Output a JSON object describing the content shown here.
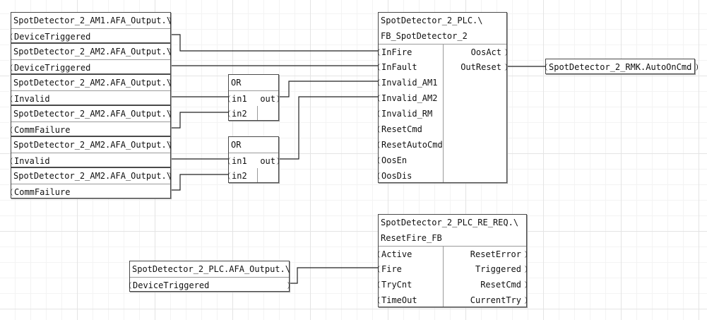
{
  "inputs": [
    {
      "path": "SpotDetector_2_AM1.AFA_Output.\\",
      "var": "DeviceTriggered"
    },
    {
      "path": "SpotDetector_2_AM2.AFA_Output.\\",
      "var": "DeviceTriggered"
    },
    {
      "path": "SpotDetector_2_AM2.AFA_Output.\\",
      "var": "Invalid"
    },
    {
      "path": "SpotDetector_2_AM2.AFA_Output.\\",
      "var": "CommFailure"
    },
    {
      "path": "SpotDetector_2_AM2.AFA_Output.\\",
      "var": "Invalid"
    },
    {
      "path": "SpotDetector_2_AM2.AFA_Output.\\",
      "var": "CommFailure"
    }
  ],
  "or1": {
    "name": "OR",
    "in1": "in1",
    "in2": "in2",
    "out": "out"
  },
  "or2": {
    "name": "OR",
    "in1": "in1",
    "in2": "in2",
    "out": "out"
  },
  "fb1": {
    "title": "SpotDetector_2_PLC.\\",
    "type": "FB_SpotDetector_2",
    "inputs": [
      "InFire",
      "InFault",
      "Invalid_AM1",
      "Invalid_AM2",
      "Invalid_RM",
      "ResetCmd",
      "ResetAutoCmd",
      "OosEn",
      "OosDis"
    ],
    "outputs": [
      "OosAct",
      "OutReset"
    ]
  },
  "output_var": "SpotDetector_2_RMK.AutoOnCmd",
  "fb2": {
    "title": "SpotDetector_2_PLC_RE_REQ.\\",
    "type": "ResetFire_FB",
    "inputs": [
      "Active",
      "Fire",
      "TryCnt",
      "TimeOut"
    ],
    "outputs": [
      "ResetError",
      "Triggered",
      "ResetCmd",
      "CurrentTry"
    ]
  },
  "input7": {
    "path": "SpotDetector_2_PLC.AFA_Output.\\",
    "var": "DeviceTriggered"
  }
}
